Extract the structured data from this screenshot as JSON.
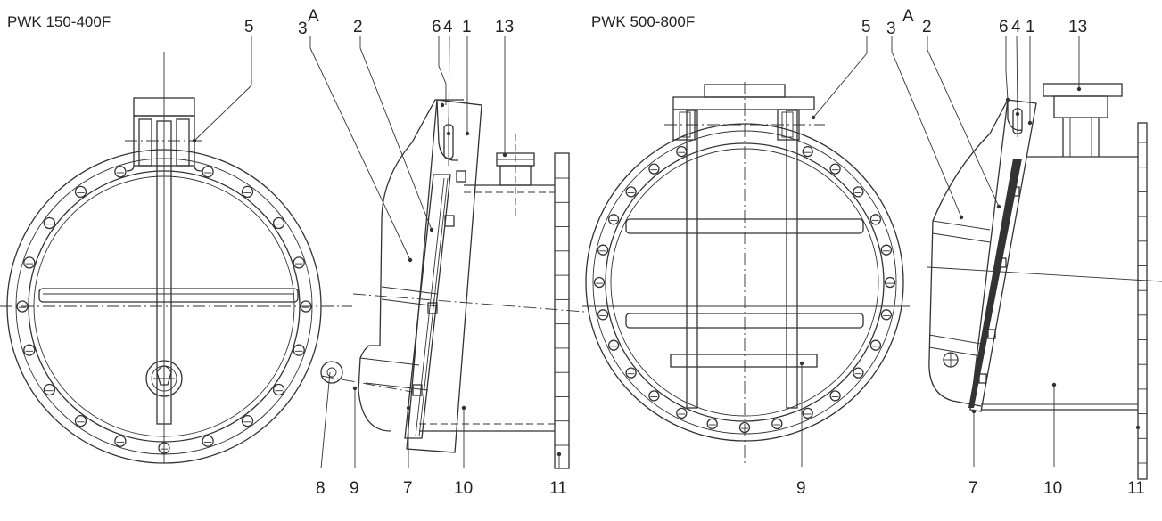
{
  "titles": {
    "left": "PWK 150-400F",
    "right": "PWK 500-800F"
  },
  "section_marks": {
    "left": "A",
    "right": "A"
  },
  "labels_left": {
    "n5": "5",
    "n3": "3",
    "n2": "2",
    "n6": "6",
    "n4": "4",
    "n1": "1",
    "n13": "13",
    "n8": "8",
    "n9": "9",
    "n7": "7",
    "n10": "10",
    "n11": "11"
  },
  "labels_right": {
    "n5": "5",
    "n3": "3",
    "n2": "2",
    "n6": "6",
    "n4": "4",
    "n1": "1",
    "n13": "13",
    "n9": "9",
    "n7": "7",
    "n10": "10",
    "n11": "11"
  },
  "colors": {
    "line": "#333333",
    "text": "#222222",
    "background": "#ffffff"
  }
}
